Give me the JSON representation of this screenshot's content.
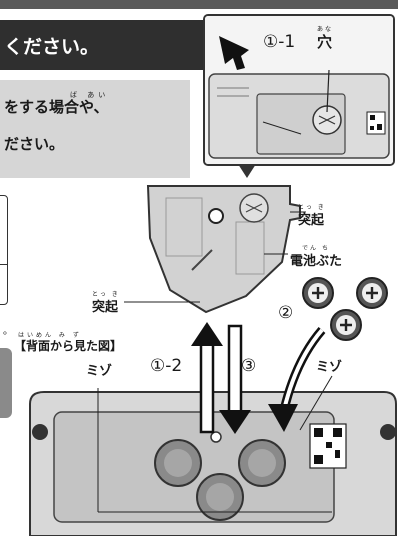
{
  "header": {
    "title": "ください。"
  },
  "instructions": {
    "ruby_baai": "ば あい",
    "line1": "をする場合や、",
    "line2": "ださい。"
  },
  "zoom": {
    "step": "①-1",
    "label_ruby": "あな",
    "label": "穴"
  },
  "labels": {
    "protrusion_right_ruby": "とっ き",
    "protrusion_right": "突起",
    "battery_cover_ruby": "でん ち",
    "battery_cover": "電池ぶた",
    "protrusion_left_ruby": "とっ き",
    "protrusion_left": "突起",
    "groove_left": "ミゾ",
    "groove_right": "ミゾ"
  },
  "steps": {
    "step_1_2": "①-2",
    "step_2": "②",
    "step_3": "③"
  },
  "caption": {
    "ruby": "はいめん    み  ず",
    "text": "【背面から見た図】"
  },
  "side": {
    "dot": "。"
  }
}
